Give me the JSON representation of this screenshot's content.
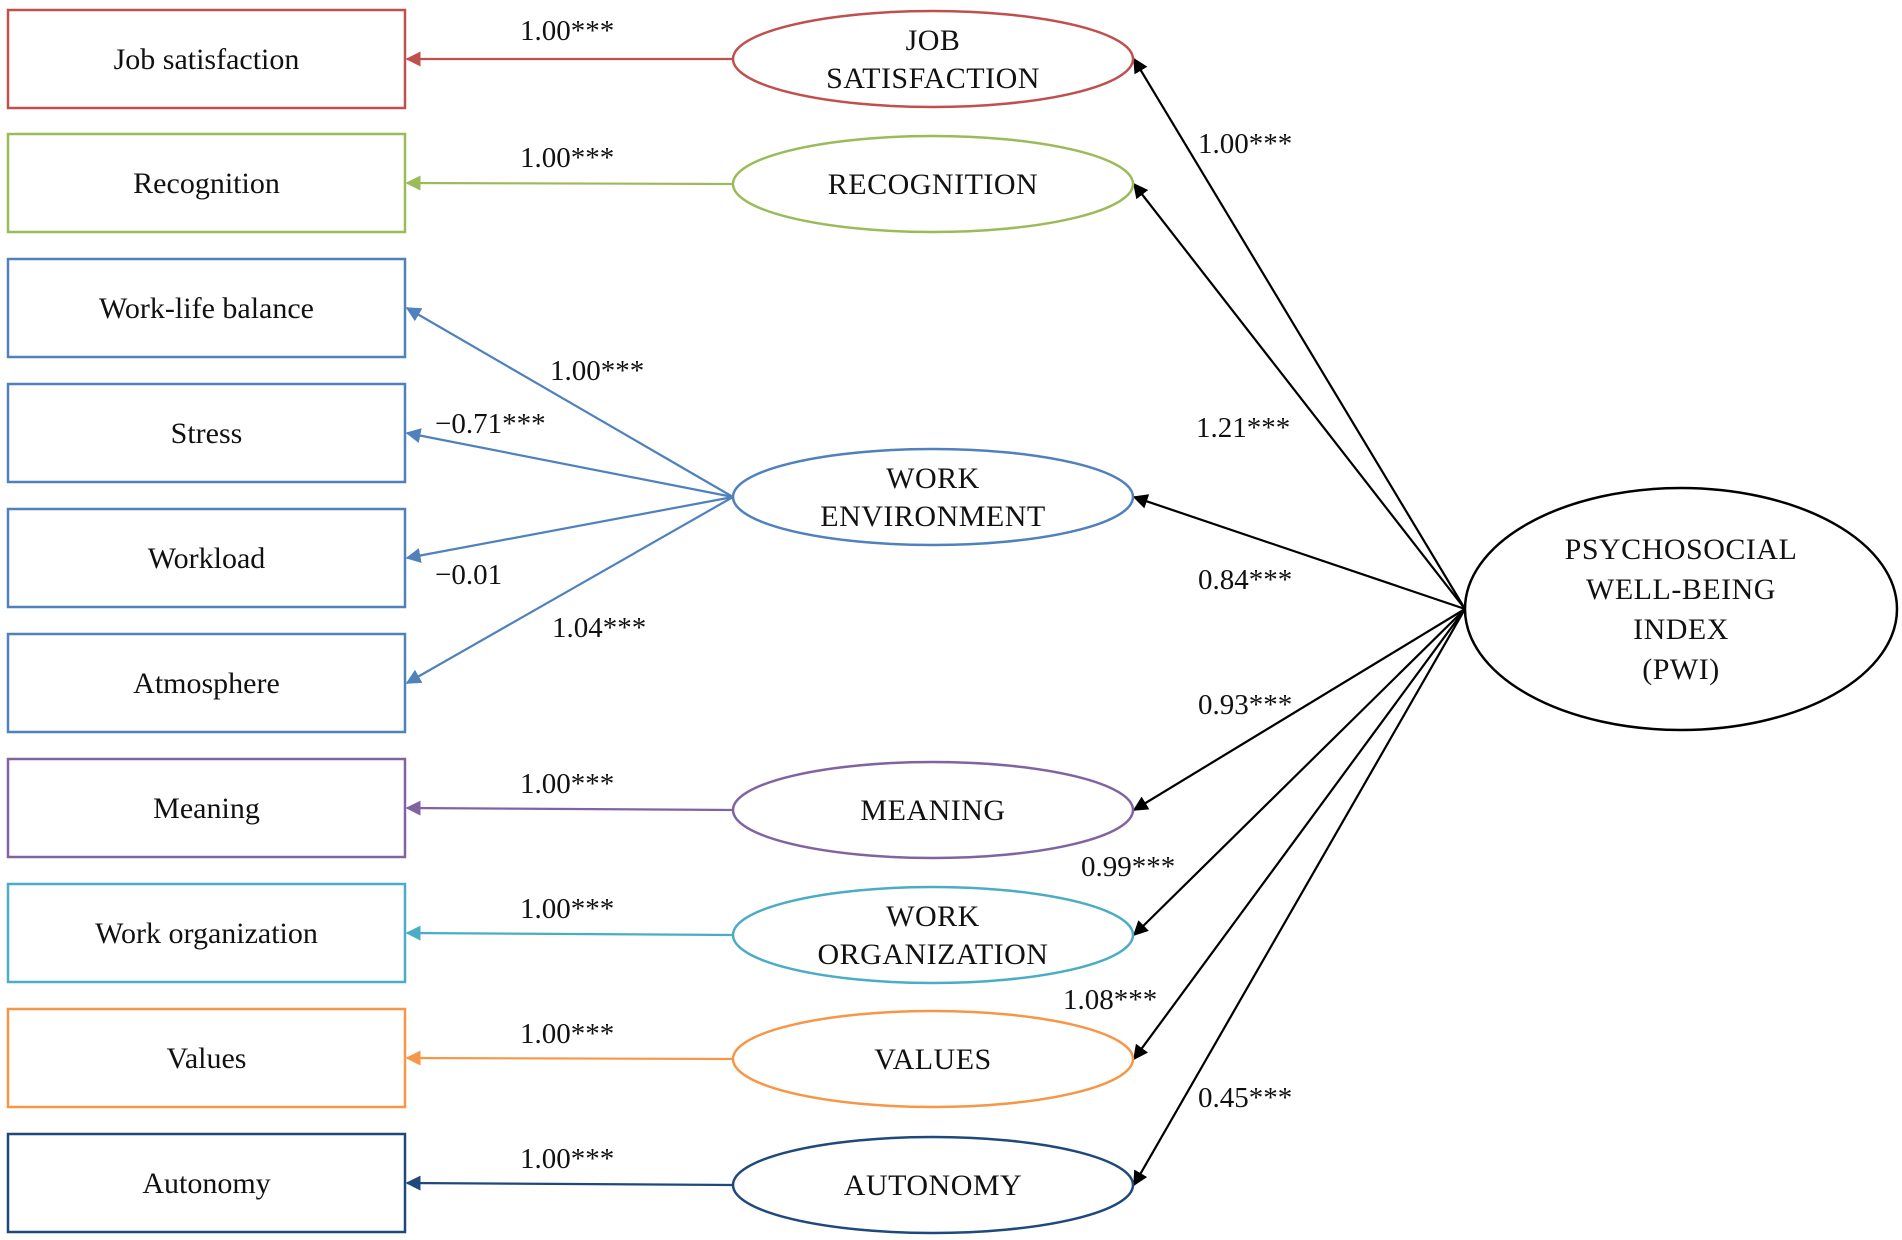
{
  "indicators": [
    {
      "id": "job-satisfaction",
      "label": "Job satisfaction",
      "color": "#c0504d"
    },
    {
      "id": "recognition",
      "label": "Recognition",
      "color": "#9bbb59"
    },
    {
      "id": "work-life-balance",
      "label": "Work-life balance",
      "color": "#4f81bd"
    },
    {
      "id": "stress",
      "label": "Stress",
      "color": "#4f81bd"
    },
    {
      "id": "workload",
      "label": "Workload",
      "color": "#4f81bd"
    },
    {
      "id": "atmosphere",
      "label": "Atmosphere",
      "color": "#4f81bd"
    },
    {
      "id": "meaning",
      "label": "Meaning",
      "color": "#8064a2"
    },
    {
      "id": "work-organization",
      "label": "Work organization",
      "color": "#4bacc6"
    },
    {
      "id": "values",
      "label": "Values",
      "color": "#f79646"
    },
    {
      "id": "autonomy",
      "label": "Autonomy",
      "color": "#1f497d"
    }
  ],
  "factors": [
    {
      "id": "job-satisfaction",
      "lines": [
        "JOB",
        "SATISFACTION"
      ],
      "color": "#c0504d"
    },
    {
      "id": "recognition",
      "lines": [
        "RECOGNITION"
      ],
      "color": "#9bbb59"
    },
    {
      "id": "work-environment",
      "lines": [
        "WORK",
        "ENVIRONMENT"
      ],
      "color": "#4f81bd"
    },
    {
      "id": "meaning",
      "lines": [
        "MEANING"
      ],
      "color": "#8064a2"
    },
    {
      "id": "work-organization",
      "lines": [
        "WORK",
        "ORGANIZATION"
      ],
      "color": "#4bacc6"
    },
    {
      "id": "values",
      "lines": [
        "VALUES"
      ],
      "color": "#f79646"
    },
    {
      "id": "autonomy",
      "lines": [
        "AUTONOMY"
      ],
      "color": "#1f497d"
    }
  ],
  "pwi": {
    "lines": [
      "PSYCHOSOCIAL",
      "WELL-BEING",
      "INDEX",
      "(PWI)"
    ],
    "color": "#000000"
  },
  "loadings": [
    {
      "factor": "job-satisfaction",
      "indicator": "job-satisfaction",
      "value": "1.00***"
    },
    {
      "factor": "recognition",
      "indicator": "recognition",
      "value": "1.00***"
    },
    {
      "factor": "work-environment",
      "indicator": "work-life-balance",
      "value": "1.00***"
    },
    {
      "factor": "work-environment",
      "indicator": "stress",
      "value": "−0.71***"
    },
    {
      "factor": "work-environment",
      "indicator": "workload",
      "value": "−0.01"
    },
    {
      "factor": "work-environment",
      "indicator": "atmosphere",
      "value": "1.04***"
    },
    {
      "factor": "meaning",
      "indicator": "meaning",
      "value": "1.00***"
    },
    {
      "factor": "work-organization",
      "indicator": "work-organization",
      "value": "1.00***"
    },
    {
      "factor": "values",
      "indicator": "values",
      "value": "1.00***"
    },
    {
      "factor": "autonomy",
      "indicator": "autonomy",
      "value": "1.00***"
    }
  ],
  "pwi_paths": [
    {
      "factor": "job-satisfaction",
      "value": "1.00***"
    },
    {
      "factor": "recognition",
      "value": "1.21***"
    },
    {
      "factor": "work-environment",
      "value": "0.84***"
    },
    {
      "factor": "meaning",
      "value": "0.93***"
    },
    {
      "factor": "work-organization",
      "value": "0.99***"
    },
    {
      "factor": "values",
      "value": "1.08***"
    },
    {
      "factor": "autonomy",
      "value": "0.45***"
    }
  ]
}
